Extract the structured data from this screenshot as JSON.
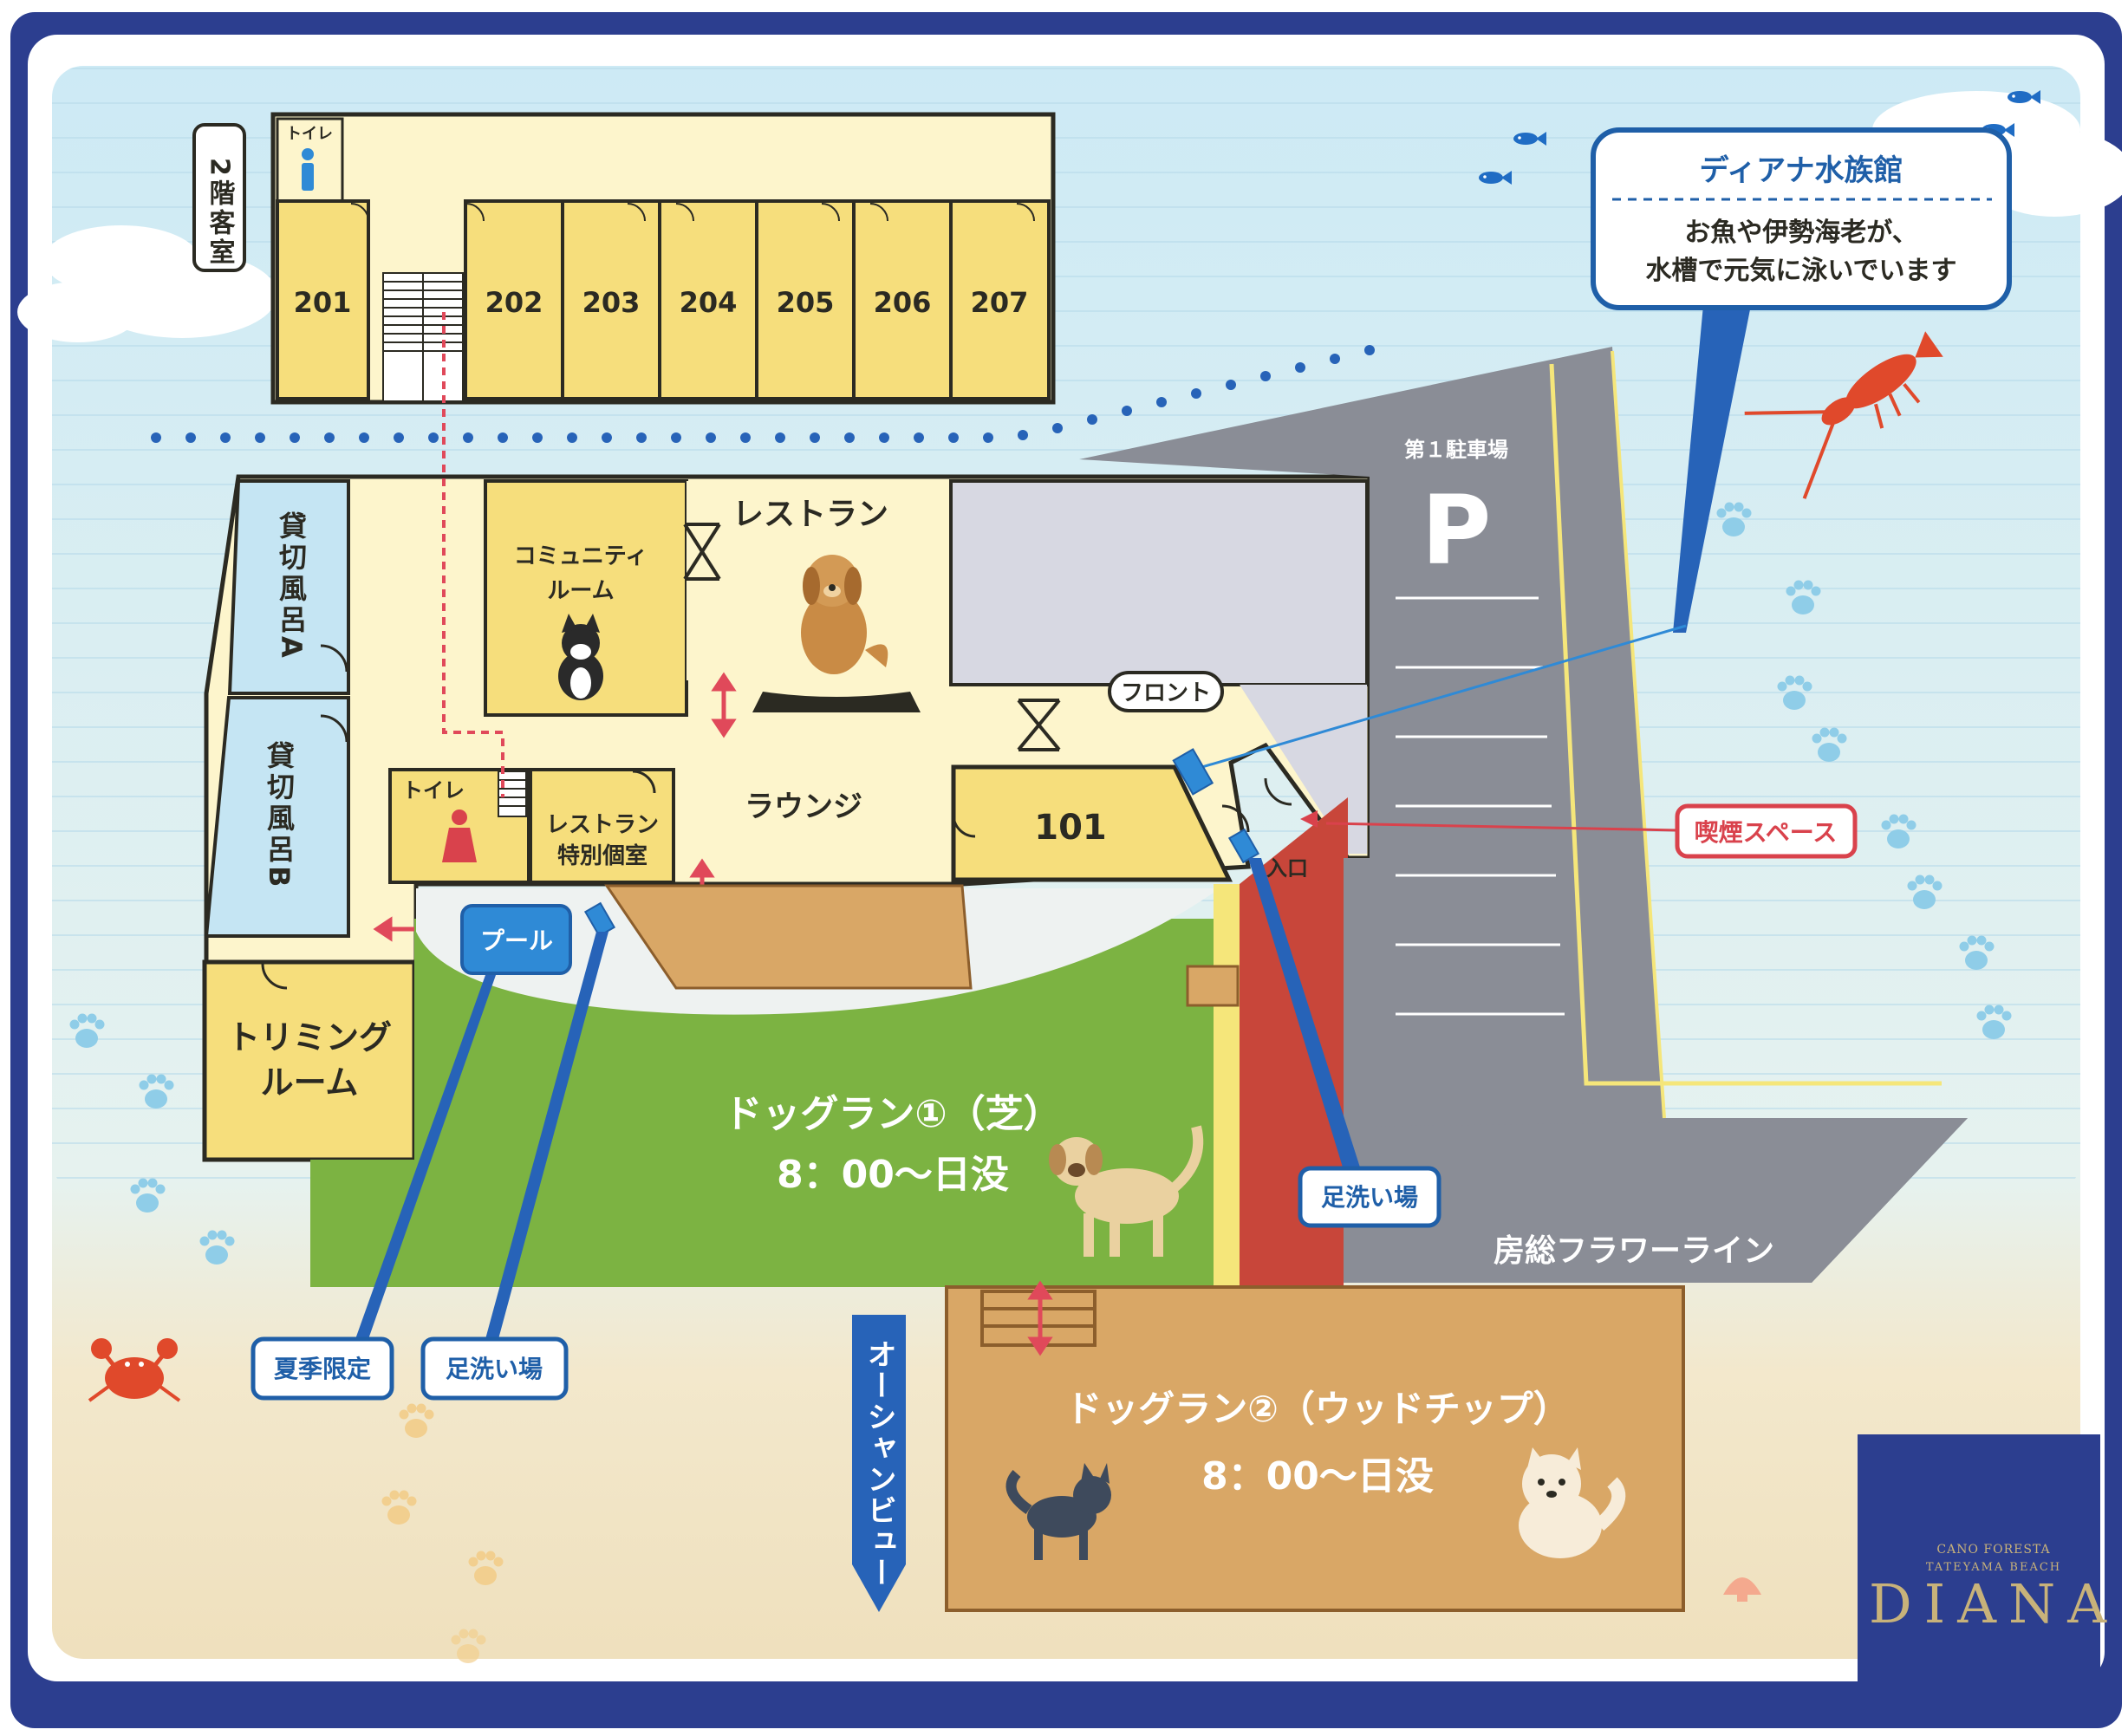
{
  "floor2": {
    "label": "2階客室",
    "toilet": "トイレ",
    "rooms": [
      "201",
      "202",
      "203",
      "204",
      "205",
      "206",
      "207"
    ]
  },
  "floor1": {
    "private_bath_a": "貸切風呂A",
    "private_bath_b": "貸切風呂B",
    "community_room_line1": "コミュニティ",
    "community_room_line2": "ルーム",
    "restaurant": "レストラン",
    "front": "フロント",
    "lounge": "ラウンジ",
    "toilet": "トイレ",
    "private_dining_line1": "レストラン",
    "private_dining_line2": "特別個室",
    "room_101": "101",
    "entrance": "入口",
    "pool": "プール",
    "trimming_room_line1": "トリミング",
    "trimming_room_line2": "ルーム"
  },
  "parking": {
    "title": "第１駐車場",
    "symbol": "P"
  },
  "dog_run_1": {
    "title": "ドッグラン①（芝）",
    "hours": "8：00～日没"
  },
  "dog_run_2": {
    "title": "ドッグラン②（ウッドチップ）",
    "hours": "8：00～日没"
  },
  "callouts": {
    "aquarium_title": "ディアナ水族館",
    "aquarium_line1": "お魚や伊勢海老が、",
    "aquarium_line2": "水槽で元気に泳いでいます",
    "smoking": "喫煙スペース",
    "foot_wash_entrance": "足洗い場",
    "summer_only": "夏季限定",
    "foot_wash_pool": "足洗い場"
  },
  "road": "房総フラワーライン",
  "ocean_view": "オーシャンビュー",
  "logo": {
    "small_line1": "CANO FORESTA",
    "small_line2": "TATEYAMA BEACH",
    "name": "DIANA"
  },
  "colors": {
    "border": "#2c3e8f",
    "sky": "#cfeaf5",
    "sand": "#f1e5c8",
    "building": "#fdf5cc",
    "room": "#f6de7c",
    "bath": "#c5e5f3",
    "grass": "#7cb342",
    "woodchip": "#d9a766",
    "parking": "#8a8d96",
    "entrance_path": "#c8463a",
    "callout_blue": "#1f5fa8",
    "callout_red": "#d9424c"
  },
  "icons": {
    "male_toilet": "male-toilet-icon",
    "female_toilet": "female-toilet-icon",
    "paw": "paw-print-icon",
    "fish": "fish-icon",
    "lobster": "lobster-icon",
    "crab": "crab-icon",
    "dog": "dog-icon",
    "shell": "shell-icon"
  }
}
